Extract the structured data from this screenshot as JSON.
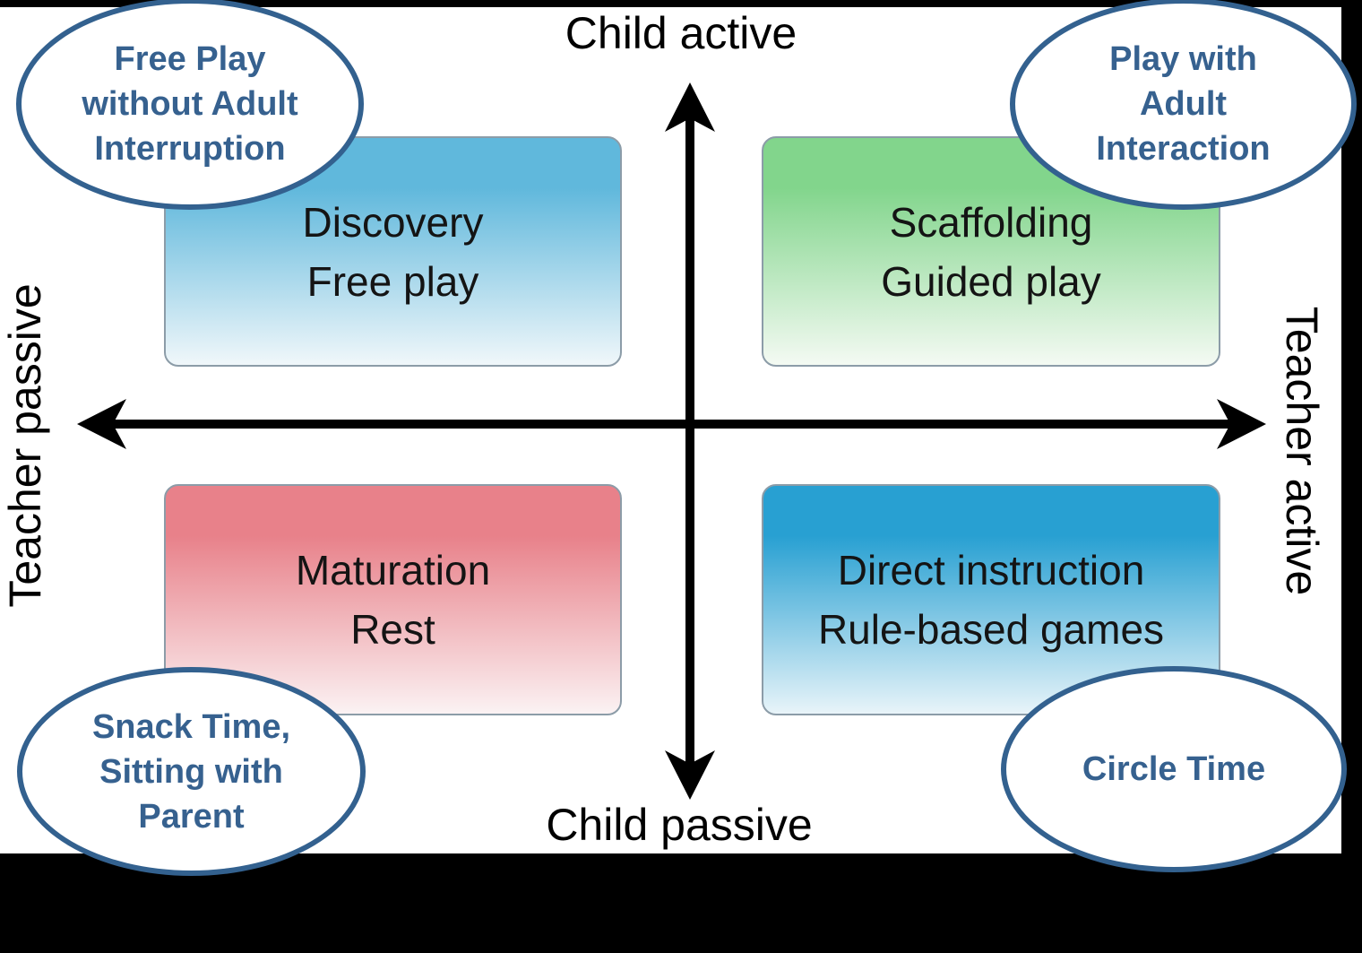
{
  "axes": {
    "top": "Child active",
    "bottom": "Child passive",
    "left": "Teacher passive",
    "right": "Teacher active"
  },
  "quadrants": [
    {
      "id": "top-left",
      "line1": "Discovery",
      "line2": "Free play",
      "color_top": "#60b8dc",
      "color_bottom": "#f0f7fa"
    },
    {
      "id": "top-right",
      "line1": "Scaffolding",
      "line2": "Guided play",
      "color_top": "#82d58c",
      "color_bottom": "#f4faf3"
    },
    {
      "id": "bottom-left",
      "line1": "Maturation",
      "line2": "Rest",
      "color_top": "#e8818a",
      "color_bottom": "#fbf2f3"
    },
    {
      "id": "bottom-right",
      "line1": "Direct instruction",
      "line2": "Rule-based games",
      "color_top": "#28a0d2",
      "color_bottom": "#e8f4f9"
    }
  ],
  "callouts": [
    {
      "id": "top-left",
      "lines": [
        "Free Play",
        "without Adult",
        "Interruption"
      ]
    },
    {
      "id": "top-right",
      "lines": [
        "Play with",
        "Adult",
        "Interaction"
      ]
    },
    {
      "id": "bottom-left",
      "lines": [
        "Snack Time,",
        "Sitting with",
        "Parent"
      ]
    },
    {
      "id": "bottom-right",
      "lines": [
        "Circle Time"
      ]
    }
  ],
  "colors": {
    "background": "#000000",
    "paper": "#ffffff",
    "axis": "#000000",
    "quad_border": "#8c9ca8",
    "callout_border": "#33618f",
    "callout_text": "#36618f"
  }
}
